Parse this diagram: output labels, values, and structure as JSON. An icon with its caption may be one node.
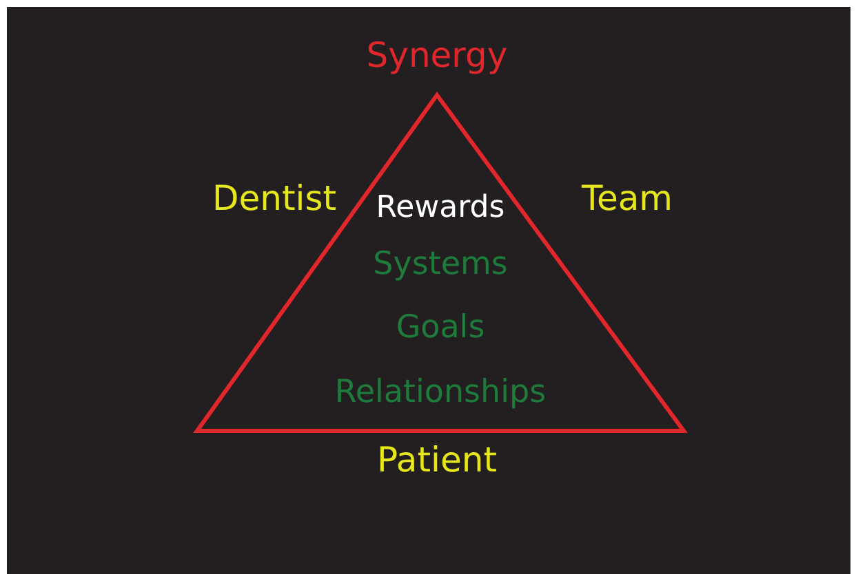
{
  "diagram": {
    "nodes": [
      {
        "text": [
          "Rewards",
          "Systems",
          "Goals",
          "Relationships"
        ]
      }
    ],
    "labels": [
      "Synergy",
      "Dentist",
      "Team",
      "Patient"
    ]
  }
}
